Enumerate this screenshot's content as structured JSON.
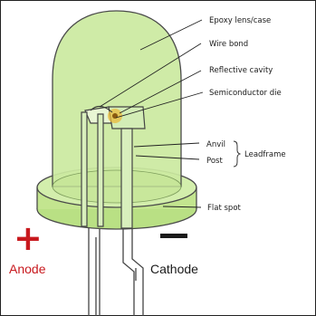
{
  "labels": {
    "epoxy": "Epoxy lens/case",
    "wire_bond": "Wire bond",
    "reflective_cavity": "Reflective cavity",
    "semiconductor_die": "Semiconductor die",
    "anvil": "Anvil",
    "post": "Post",
    "leadframe": "Leadframe",
    "flat_spot": "Flat spot",
    "anode_sign": "+",
    "anode": "Anode",
    "cathode_sign": "−",
    "cathode": "Cathode"
  },
  "colors": {
    "lens_fill": "#cbe9a0",
    "lens_stroke": "#4a4a4a",
    "anode": "#c8191e",
    "cathode": "#1a1a1a",
    "die_glow": "#e9b93b"
  }
}
